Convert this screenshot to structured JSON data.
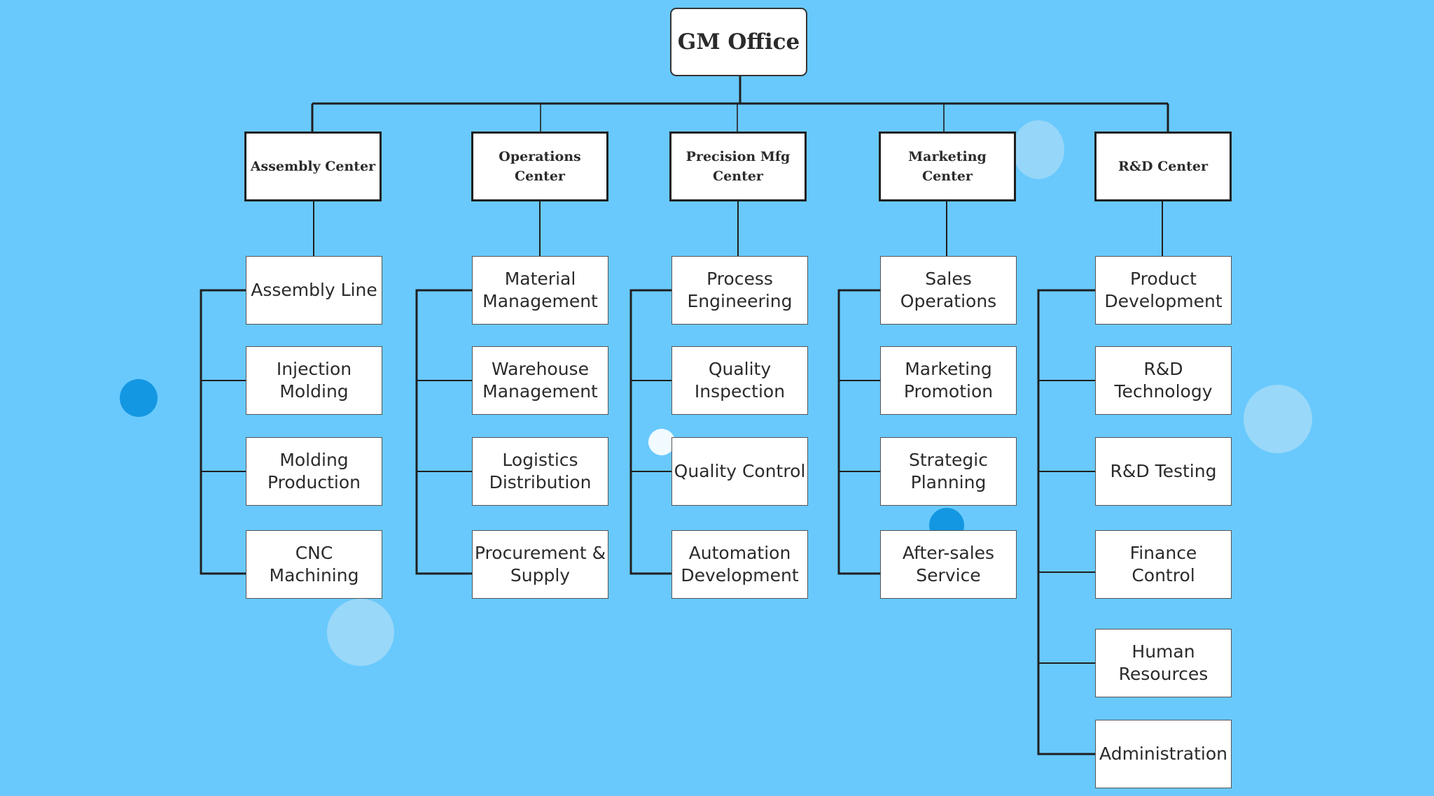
{
  "colors": {
    "background": "#69c9fc",
    "line": "#1f1f1f",
    "node_fill": "#ffffff",
    "dot_dark": "#1497e2",
    "dot_light": "#a9dcf8"
  },
  "org": {
    "root": "GM Office",
    "centers": [
      {
        "name": "Assembly Center",
        "units": [
          "Assembly Line",
          "Injection\nMolding",
          "Molding\nProduction",
          "CNC\nMachining"
        ]
      },
      {
        "name": "Operations\nCenter",
        "units": [
          "Material\nManagement",
          "Warehouse\nManagement",
          "Logistics\nDistribution",
          "Procurement &\nSupply"
        ]
      },
      {
        "name": "Precision Mfg\nCenter",
        "units": [
          "Process\nEngineering",
          "Quality\nInspection",
          "Quality Control",
          "Automation\nDevelopment"
        ]
      },
      {
        "name": "Marketing Center",
        "units": [
          "Sales\nOperations",
          "Marketing\nPromotion",
          "Strategic\nPlanning",
          "After-sales\nService"
        ]
      },
      {
        "name": "R&D Center",
        "units": [
          "Product\nDevelopment",
          "R&D\nTechnology",
          "R&D Testing",
          "Finance\nControl",
          "Human\nResources",
          "Administration"
        ]
      }
    ]
  }
}
